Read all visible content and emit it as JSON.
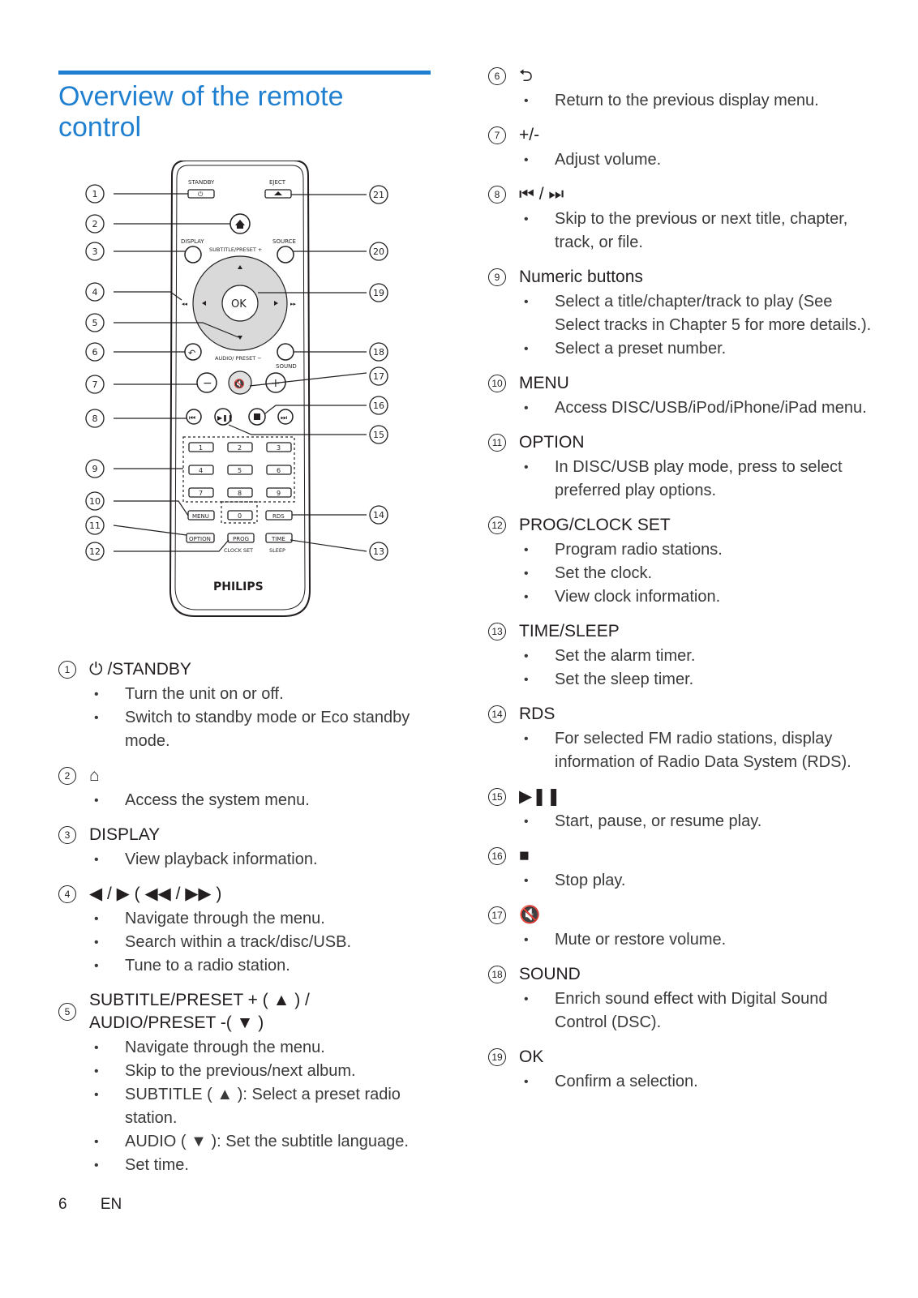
{
  "page": {
    "title": "Overview of the remote control",
    "page_number": "6",
    "language": "EN"
  },
  "remote": {
    "labels": {
      "standby": "STANDBY",
      "eject": "EJECT",
      "display": "DISPLAY",
      "source": "SOURCE",
      "subtitle_preset": "SUBTITLE/PRESET +",
      "audio_preset": "AUDIO/ PRESET −",
      "sound": "SOUND",
      "ok": "OK",
      "menu": "MENU",
      "rds": "RDS",
      "option": "OPTION",
      "prog": "PROG",
      "clock_set": "CLOCK SET",
      "time": "TIME",
      "sleep": "SLEEP",
      "brand": "PHILIPS"
    },
    "numbers": [
      "1",
      "2",
      "3",
      "4",
      "5",
      "6",
      "7",
      "8",
      "9",
      "0"
    ],
    "callouts_left": [
      "1",
      "2",
      "3",
      "4",
      "5",
      "6",
      "7",
      "8",
      "9",
      "10",
      "11",
      "12"
    ],
    "callouts_right": [
      "21",
      "20",
      "19",
      "18",
      "17",
      "16",
      "15",
      "14",
      "13"
    ]
  },
  "left_items": [
    {
      "num": "1",
      "heading": "⏻ /STANDBY",
      "bullets": [
        "Turn the unit on or off.",
        "Switch to standby mode or Eco standby mode."
      ]
    },
    {
      "num": "2",
      "heading": "⌂",
      "bullets": [
        "Access the system menu."
      ]
    },
    {
      "num": "3",
      "heading": "DISPLAY",
      "bullets": [
        "View playback information."
      ]
    },
    {
      "num": "4",
      "heading": "◀ / ▶ ( ◀◀ / ▶▶ )",
      "bullets": [
        "Navigate through the menu.",
        "Search within a track/disc/USB.",
        "Tune to a radio station."
      ]
    },
    {
      "num": "5",
      "heading": "SUBTITLE/PRESET + ( ▲ ) / AUDIO/PRESET -( ▼ )",
      "bullets": [
        "Navigate through the menu.",
        "Skip to the previous/next album.",
        "SUBTITLE ( ▲ ): Select a preset radio station.",
        "AUDIO ( ▼ ): Set the subtitle language.",
        "Set time."
      ]
    }
  ],
  "right_items": [
    {
      "num": "6",
      "heading": "⮌",
      "bullets": [
        "Return to the previous display menu."
      ]
    },
    {
      "num": "7",
      "heading": "+/-",
      "bullets": [
        "Adjust volume."
      ]
    },
    {
      "num": "8",
      "heading": "⏮ / ⏭",
      "bullets": [
        "Skip to the previous or next title, chapter, track, or file."
      ]
    },
    {
      "num": "9",
      "heading": "Numeric buttons",
      "bullets": [
        "Select a title/chapter/track to play (See Select tracks in Chapter 5 for more details.).",
        "Select a preset number."
      ]
    },
    {
      "num": "10",
      "heading": "MENU",
      "bullets": [
        "Access DISC/USB/iPod/iPhone/iPad menu."
      ]
    },
    {
      "num": "11",
      "heading": "OPTION",
      "bullets": [
        "In DISC/USB play mode, press to select preferred play options."
      ]
    },
    {
      "num": "12",
      "heading": "PROG/CLOCK SET",
      "bullets": [
        "Program radio stations.",
        "Set the clock.",
        "View clock information."
      ]
    },
    {
      "num": "13",
      "heading": "TIME/SLEEP",
      "bullets": [
        "Set the alarm timer.",
        "Set the sleep timer."
      ]
    },
    {
      "num": "14",
      "heading": "RDS",
      "bullets": [
        "For selected FM radio stations, display information of Radio Data System (RDS)."
      ]
    },
    {
      "num": "15",
      "heading": "▶❚❚",
      "bullets": [
        "Start, pause, or resume play."
      ]
    },
    {
      "num": "16",
      "heading": "■",
      "bullets": [
        "Stop play."
      ]
    },
    {
      "num": "17",
      "heading": "🔇",
      "bullets": [
        "Mute or restore volume."
      ]
    },
    {
      "num": "18",
      "heading": "SOUND",
      "bullets": [
        "Enrich sound effect with Digital Sound Control (DSC)."
      ]
    },
    {
      "num": "19",
      "heading": "OK",
      "bullets": [
        "Confirm a selection."
      ]
    }
  ]
}
